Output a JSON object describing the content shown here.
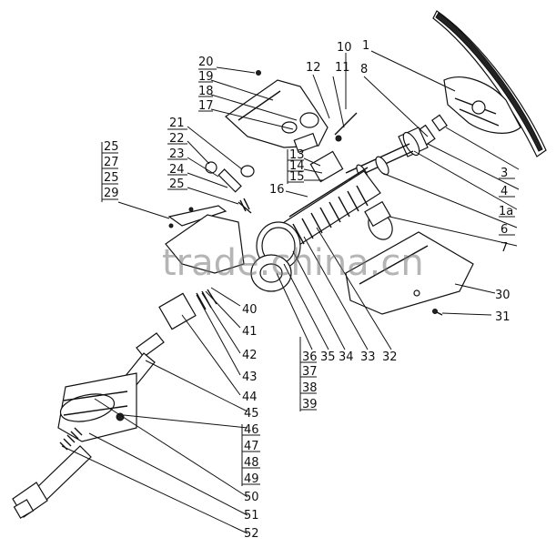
{
  "watermark": "trade.china.cn",
  "labels": [
    {
      "id": "l1",
      "text": "1"
    },
    {
      "id": "l8",
      "text": "8"
    },
    {
      "id": "l10",
      "text": "10"
    },
    {
      "id": "l11",
      "text": "11"
    },
    {
      "id": "l12",
      "text": "12"
    },
    {
      "id": "l20",
      "text": "20"
    },
    {
      "id": "l19",
      "text": "19"
    },
    {
      "id": "l18",
      "text": "18"
    },
    {
      "id": "l17",
      "text": "17"
    },
    {
      "id": "l21",
      "text": "21"
    },
    {
      "id": "l22",
      "text": "22"
    },
    {
      "id": "l23",
      "text": "23"
    },
    {
      "id": "l24",
      "text": "24"
    },
    {
      "id": "l25a",
      "text": "25"
    },
    {
      "id": "l25b",
      "text": "25"
    },
    {
      "id": "l27",
      "text": "27"
    },
    {
      "id": "l25c",
      "text": "25"
    },
    {
      "id": "l29",
      "text": "29"
    },
    {
      "id": "l13",
      "text": "13"
    },
    {
      "id": "l14",
      "text": "14"
    },
    {
      "id": "l15",
      "text": "15"
    },
    {
      "id": "l16",
      "text": "16"
    },
    {
      "id": "l3",
      "text": "3"
    },
    {
      "id": "l4",
      "text": "4"
    },
    {
      "id": "l1a",
      "text": "1a"
    },
    {
      "id": "l6",
      "text": "6"
    },
    {
      "id": "l7",
      "text": "7"
    },
    {
      "id": "l30",
      "text": "30"
    },
    {
      "id": "l31",
      "text": "31"
    },
    {
      "id": "l40",
      "text": "40"
    },
    {
      "id": "l41",
      "text": "41"
    },
    {
      "id": "l42",
      "text": "42"
    },
    {
      "id": "l43",
      "text": "43"
    },
    {
      "id": "l44",
      "text": "44"
    },
    {
      "id": "l45",
      "text": "45"
    },
    {
      "id": "l46",
      "text": "46"
    },
    {
      "id": "l47",
      "text": "47"
    },
    {
      "id": "l48",
      "text": "48"
    },
    {
      "id": "l49",
      "text": "49"
    },
    {
      "id": "l50",
      "text": "50"
    },
    {
      "id": "l51",
      "text": "51"
    },
    {
      "id": "l52",
      "text": "52"
    },
    {
      "id": "l36",
      "text": "36"
    },
    {
      "id": "l37",
      "text": "37"
    },
    {
      "id": "l38",
      "text": "38"
    },
    {
      "id": "l39",
      "text": "39"
    },
    {
      "id": "l35",
      "text": "35"
    },
    {
      "id": "l34",
      "text": "34"
    },
    {
      "id": "l33",
      "text": "33"
    },
    {
      "id": "l32",
      "text": "32"
    }
  ]
}
